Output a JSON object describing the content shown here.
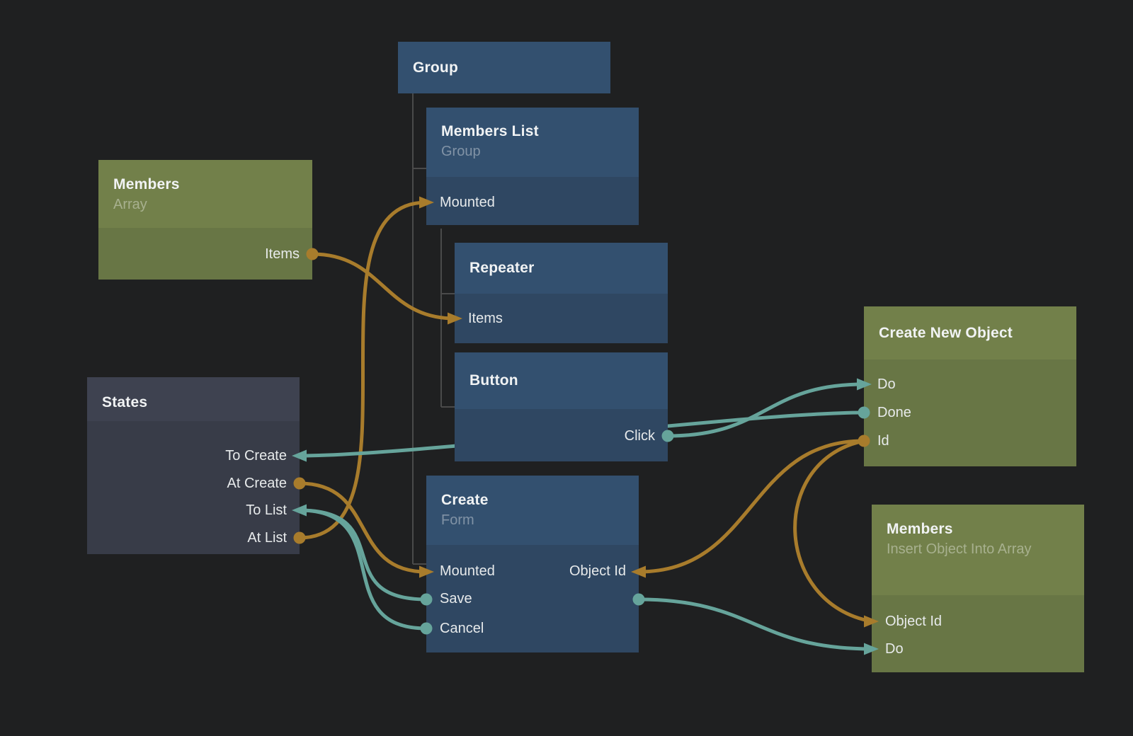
{
  "app": {
    "description": "Node graph editor canvas"
  },
  "colors": {
    "background": "#1f2021",
    "wire_signal": "#66a49b",
    "wire_data": "#a87c2c",
    "tree_line": "#4a4a4a",
    "node_blue_header": "#33506f",
    "node_blue_body": "#2f4762",
    "node_green_header": "#72804a",
    "node_green_body": "#687645",
    "node_gray_header": "#3e4250",
    "node_gray_body": "#383c48",
    "title_text": "#f1f3f4",
    "port_text": "#e7eaeb"
  },
  "nodes": {
    "group": {
      "title": "Group"
    },
    "members_list": {
      "title": "Members List",
      "subtitle": "Group",
      "ports": {
        "mounted": "Mounted"
      }
    },
    "members_array": {
      "title": "Members",
      "subtitle": "Array",
      "ports": {
        "items": "Items"
      }
    },
    "repeater": {
      "title": "Repeater",
      "ports": {
        "items": "Items"
      }
    },
    "button": {
      "title": "Button",
      "ports": {
        "click": "Click"
      }
    },
    "states": {
      "title": "States",
      "ports": {
        "to_create": "To Create",
        "at_create": "At Create",
        "to_list": "To List",
        "at_list": "At List"
      }
    },
    "create_form": {
      "title": "Create",
      "subtitle": "Form",
      "ports": {
        "mounted": "Mounted",
        "save": "Save",
        "cancel": "Cancel",
        "object_id": "Object Id"
      }
    },
    "create_new_object": {
      "title": "Create New Object",
      "ports": {
        "do": "Do",
        "done": "Done",
        "id": "Id"
      }
    },
    "members_insert": {
      "title": "Members",
      "subtitle": "Insert Object Into Array",
      "ports": {
        "object_id": "Object Id",
        "do": "Do"
      }
    }
  },
  "connections": [
    {
      "from_node": "members_array",
      "from_port": "Items",
      "to_node": "repeater",
      "to_port": "Items",
      "kind": "data"
    },
    {
      "from_node": "states",
      "from_port": "At Create",
      "to_node": "create_form",
      "to_port": "Mounted",
      "kind": "data"
    },
    {
      "from_node": "states",
      "from_port": "At List",
      "to_node": "members_list",
      "to_port": "Mounted",
      "kind": "data"
    },
    {
      "from_node": "create_form",
      "from_port": "Save",
      "to_node": "states",
      "to_port": "To List",
      "kind": "signal"
    },
    {
      "from_node": "create_form",
      "from_port": "Cancel",
      "to_node": "states",
      "to_port": "To List",
      "kind": "signal"
    },
    {
      "from_node": "button",
      "from_port": "Click",
      "to_node": "create_new_object",
      "to_port": "Do",
      "kind": "signal"
    },
    {
      "from_node": "create_new_object",
      "from_port": "Done",
      "to_node": "states",
      "to_port": "To Create",
      "kind": "signal"
    },
    {
      "from_node": "create_new_object",
      "from_port": "Id",
      "to_node": "create_form",
      "to_port": "Object Id",
      "kind": "data"
    },
    {
      "from_node": "create_new_object",
      "from_port": "Id",
      "to_node": "members_insert",
      "to_port": "Object Id",
      "kind": "data"
    },
    {
      "from_node": "create_form",
      "from_port": "Save",
      "to_node": "members_insert",
      "to_port": "Do",
      "kind": "signal"
    }
  ],
  "hierarchy": [
    {
      "parent": "group",
      "children": [
        "members_list",
        "create_form"
      ]
    },
    {
      "parent": "members_list",
      "children": [
        "repeater",
        "button"
      ]
    }
  ]
}
